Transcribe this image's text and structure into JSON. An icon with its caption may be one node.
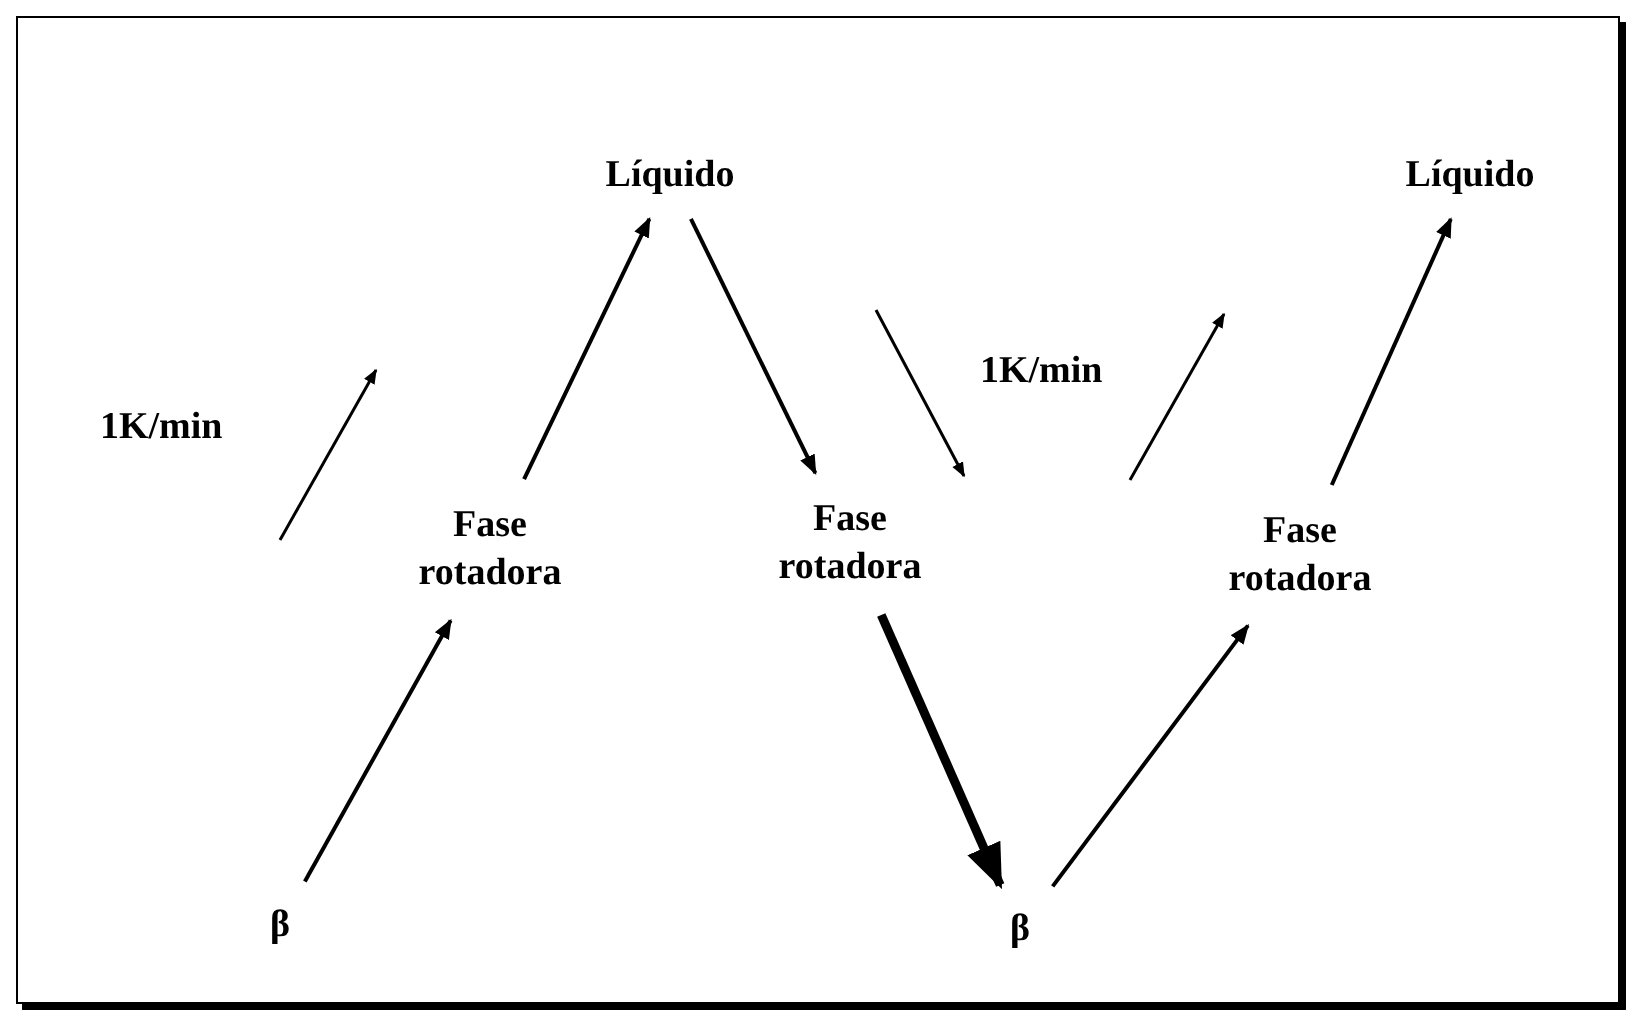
{
  "diagram": {
    "nodes": [
      {
        "text": [
          "β"
        ]
      },
      {
        "text": [
          "Fase rotadora"
        ]
      },
      {
        "text": [
          "Líquido"
        ]
      },
      {
        "text": [
          "Fase rotadora"
        ]
      },
      {
        "text": [
          "β"
        ]
      },
      {
        "text": [
          "Fase rotadora"
        ]
      },
      {
        "text": [
          "Líquido"
        ]
      }
    ],
    "edges": [
      {
        "from": 0,
        "to": 1,
        "arrow": "to"
      },
      {
        "from": 1,
        "to": 2,
        "arrow": "to"
      },
      {
        "from": 2,
        "to": 3,
        "arrow": "to"
      },
      {
        "from": 3,
        "to": 4,
        "arrow": "to",
        "style": "thick"
      },
      {
        "from": 4,
        "to": 5,
        "arrow": "to"
      },
      {
        "from": 5,
        "to": 6,
        "arrow": "to"
      }
    ],
    "labels": [
      "1K/min",
      "1K/min"
    ]
  }
}
